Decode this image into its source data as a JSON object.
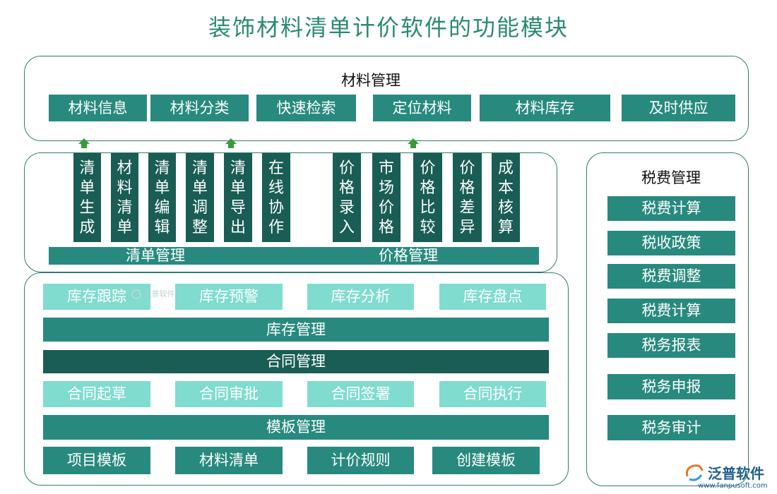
{
  "title": "装饰材料清单计价软件的功能模块",
  "material": {
    "heading": "材料管理",
    "items": [
      "材料信息",
      "材料分类",
      "快速检索",
      "定位材料",
      "材料库存",
      "及时供应"
    ]
  },
  "list_mgmt": {
    "label": "清单管理",
    "columns": [
      "清单生成",
      "材料清单",
      "清单编辑",
      "清单调整",
      "清单导出",
      "在线协作"
    ]
  },
  "price_mgmt": {
    "label": "价格管理",
    "columns": [
      "价格录入",
      "市场价格",
      "价格比较",
      "价格差异",
      "成本核算"
    ]
  },
  "inventory": {
    "label": "库存管理",
    "items": [
      "库存跟踪",
      "库存预警",
      "库存分析",
      "库存盘点"
    ]
  },
  "contract": {
    "label": "合同管理",
    "items": [
      "合同起草",
      "合同审批",
      "合同签署",
      "合同执行"
    ]
  },
  "template": {
    "label": "模板管理",
    "items": [
      "项目模板",
      "材料清单",
      "计价规则",
      "创建模板"
    ]
  },
  "tax": {
    "heading": "税费管理",
    "items": [
      "税费计算",
      "税收政策",
      "税费调整",
      "税费计算",
      "税务报表",
      "税务申报",
      "税务审计"
    ]
  },
  "watermark": {
    "text": "泛普软件"
  },
  "logo": {
    "text": "泛普软件",
    "url": "www.fanpusoft.com"
  }
}
